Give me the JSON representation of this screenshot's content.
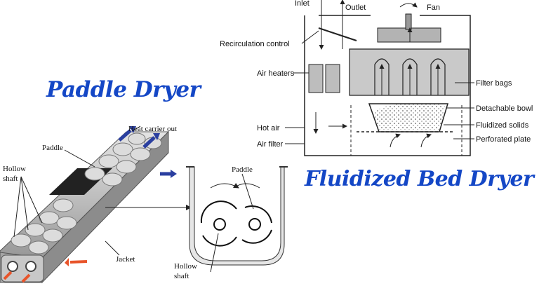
{
  "titles": {
    "paddle_dryer": "Paddle Dryer",
    "fluidized_bed_dryer": "Fluidized Bed Dryer"
  },
  "paddle_diagram": {
    "labels": {
      "heat_carrier_out": "Heat carrier out",
      "paddle_main": "Paddle",
      "hollow": "Hollow",
      "shaft": "shaft",
      "jacket": "Jacket",
      "paddle_detail": "Paddle",
      "hollow_detail": "Hollow",
      "shaft_detail": "shaft"
    }
  },
  "fluidized_diagram": {
    "labels": {
      "inlet": "Inlet",
      "outlet": "Outlet",
      "fan": "Fan",
      "recirculation_control": "Recirculation control",
      "air_heaters": "Air heaters",
      "filter_bags": "Filter bags",
      "detachable_bowl": "Detachable bowl",
      "hot_air": "Hot air",
      "fluidized_solids": "Fluidized solids",
      "air_filter": "Air filter",
      "perforated_plate": "Perforated plate"
    }
  },
  "colors": {
    "title_blue": "#1447c6",
    "arrow_blue": "#2a3fa0",
    "arrow_orange": "#e8542a",
    "line_gray": "#333333"
  }
}
